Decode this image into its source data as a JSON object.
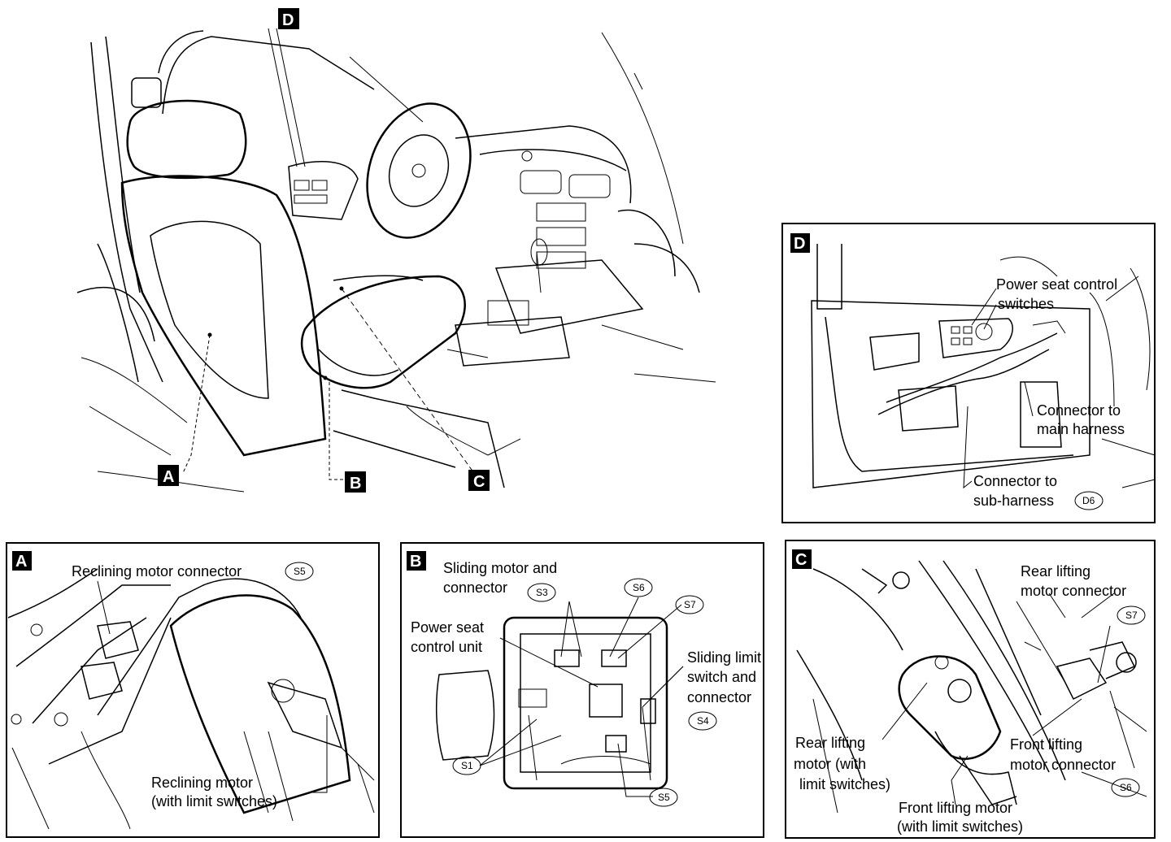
{
  "overview": {
    "callouts": {
      "a": "A",
      "b": "B",
      "c": "C",
      "d": "D"
    }
  },
  "panel_d": {
    "letter": "D",
    "labels": {
      "switches_1": "Power seat control",
      "switches_2": "switches",
      "main_1": "Connector to",
      "main_2": "main harness",
      "sub_1": "Connector to",
      "sub_2": "sub-harness"
    },
    "codes": {
      "sub": "D6"
    }
  },
  "panel_a": {
    "letter": "A",
    "labels": {
      "connector": "Reclining motor connector",
      "motor_1": "Reclining motor",
      "motor_2": "(with limit switches)"
    },
    "codes": {
      "connector": "S5"
    }
  },
  "panel_b": {
    "letter": "B",
    "labels": {
      "sliding_1": "Sliding motor and",
      "sliding_2": "connector",
      "unit_1": "Power seat",
      "unit_2": "control unit",
      "limit_1": "Sliding limit",
      "limit_2": "switch and",
      "limit_3": "connector"
    },
    "codes": {
      "s3": "S3",
      "s6": "S6",
      "s7": "S7",
      "s4": "S4",
      "s1": "S1",
      "s5": "S5"
    }
  },
  "panel_c": {
    "letter": "C",
    "labels": {
      "rear_conn_1": "Rear lifting",
      "rear_conn_2": "motor connector",
      "rear_motor_1": "Rear lifting",
      "rear_motor_2": "motor  (with",
      "rear_motor_3": "limit switches)",
      "front_conn_1": "Front lifting",
      "front_conn_2": "motor connector",
      "front_motor_1": "Front lifting motor",
      "front_motor_2": "(with limit switches)"
    },
    "codes": {
      "s7": "S7",
      "s6": "S6"
    }
  }
}
